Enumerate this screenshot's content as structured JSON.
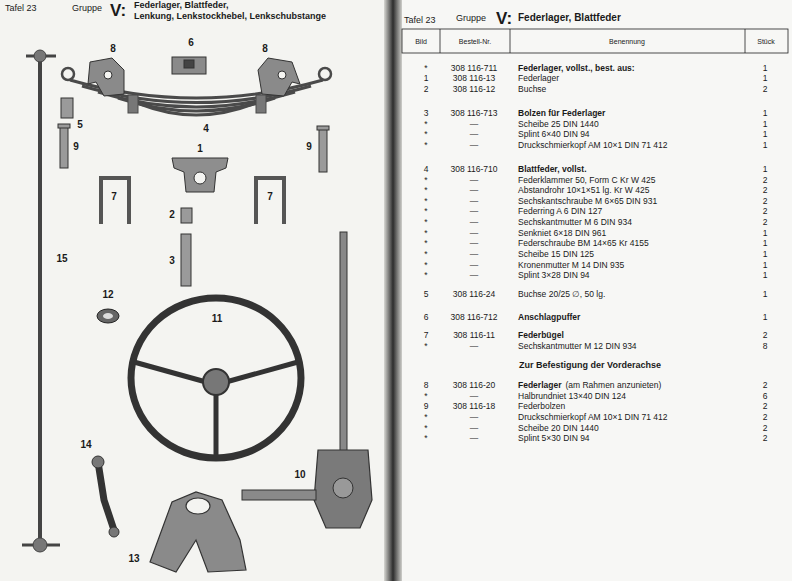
{
  "diagram": {
    "labels": [
      "Tafel 23",
      "Gruppe",
      "V:",
      "Federlager, Blattfeder,",
      "Lenkung, Lenkstockhebel, Lenkschubstange",
      "8",
      "6",
      "8",
      "4",
      "5",
      "9",
      "1",
      "9",
      "7",
      "7",
      "2",
      "3",
      "15",
      "12",
      "11",
      "14",
      "10",
      "13",
      "Tafel 23",
      "Gruppe",
      "V:",
      "Federlager, Blattfeder",
      "Bild",
      "Bestell-Nr.",
      "Benennung",
      "Stück",
      "*",
      "308 116-711",
      "Federlager, vollst., best. aus:",
      "1",
      "1",
      "308 116-13",
      "Federlager",
      "1",
      "2",
      "308 116-12",
      "Buchse",
      "2",
      "3",
      "308 116-713",
      "Bolzen für Federlager",
      "1",
      "*",
      "—",
      "Scheibe 25 DIN 1440",
      "1",
      "*",
      "—",
      "Splint 6×40 DIN 94",
      "1",
      "*",
      "—",
      "Druckschmierkopf AM 10×1 DIN 71 412",
      "1",
      "4",
      "308 116-710",
      "Blattfeder, vollst.",
      "1",
      "*",
      "—",
      "Federklammer 50, Form C Kr W 425",
      "2",
      "*",
      "—",
      "Abstandrohr 10×1×51 lg. Kr W 425",
      "2",
      "*",
      "—",
      "Sechskantschraube M 6×65 DIN 931",
      "2",
      "*",
      "—",
      "Federring A 6 DIN 127",
      "2",
      "*",
      "—",
      "Sechskantmutter M 6 DIN 934",
      "2",
      "*",
      "—",
      "Senkniet 6×18 DIN 961",
      "1",
      "*",
      "—",
      "Federschraube BM 14×65 Kr 4155",
      "1",
      "*",
      "—",
      "Scheibe 15 DIN 125",
      "1",
      "*",
      "—",
      "Kronenmutter M 14 DIN 935",
      "1",
      "*",
      "—",
      "Splint 3×28 DIN 94",
      "1",
      "5",
      "308 116-24",
      "Buchse 20/25 ∅, 50 lg.",
      "1",
      "6",
      "308 116-712",
      "Anschlagpuffer",
      "1",
      "7",
      "308 116-11",
      "Federbügel",
      "2",
      "*",
      "—",
      "Sechskantmutter M 12 DIN 934",
      "8",
      "Zur Befestigung der Vorderachse",
      "8",
      "308 116-20",
      "Federlager",
      "(am Rahmen anzunieten)",
      "2",
      "*",
      "—",
      "Halbrundniet 13×40 DIN 124",
      "6",
      "9",
      "308 116-18",
      "Federbolzen",
      "2",
      "*",
      "—",
      "Druckschmierkopf AM 10×1 DIN 71 412",
      "2",
      "*",
      "—",
      "Scheibe 20 DIN 1440",
      "2",
      "*",
      "—",
      "Splint 5×30 DIN 94",
      "2"
    ]
  }
}
